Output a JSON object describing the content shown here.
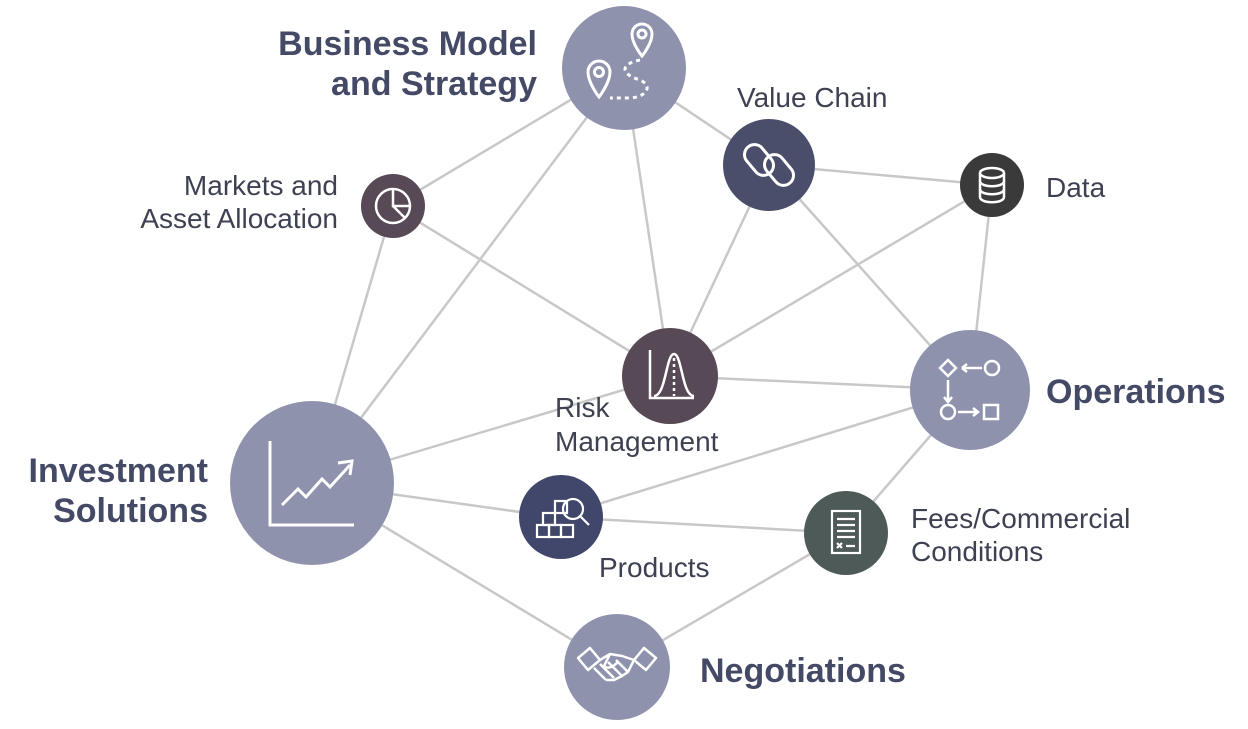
{
  "colors": {
    "edge": "#c8c8c8",
    "lavender": "#8f92ad",
    "navy": "#4a4e6a",
    "plum": "#574955",
    "charcoal": "#3a3a3a",
    "slate_green": "#4d5a57",
    "indigo": "#40476b"
  },
  "nodes": {
    "business_model": {
      "label_line1": "Business Model",
      "label_line2": "and Strategy",
      "icon": "route-pins-icon"
    },
    "value_chain": {
      "label": "Value Chain",
      "icon": "chain-link-icon"
    },
    "markets": {
      "label_line1": "Markets and",
      "label_line2": "Asset Allocation",
      "icon": "pie-chart-icon"
    },
    "data": {
      "label": "Data",
      "icon": "database-icon"
    },
    "risk": {
      "label_line1": "Risk",
      "label_line2": "Management",
      "icon": "bell-curve-icon"
    },
    "operations": {
      "label": "Operations",
      "icon": "process-flow-icon"
    },
    "investment": {
      "label_line1": "Investment",
      "label_line2": "Solutions",
      "icon": "growth-chart-icon"
    },
    "products": {
      "label": "Products",
      "icon": "boxes-magnifier-icon"
    },
    "fees": {
      "label_line1": "Fees/Commercial",
      "label_line2": "Conditions",
      "icon": "document-icon"
    },
    "negotiations": {
      "label": "Negotiations",
      "icon": "handshake-icon"
    }
  }
}
